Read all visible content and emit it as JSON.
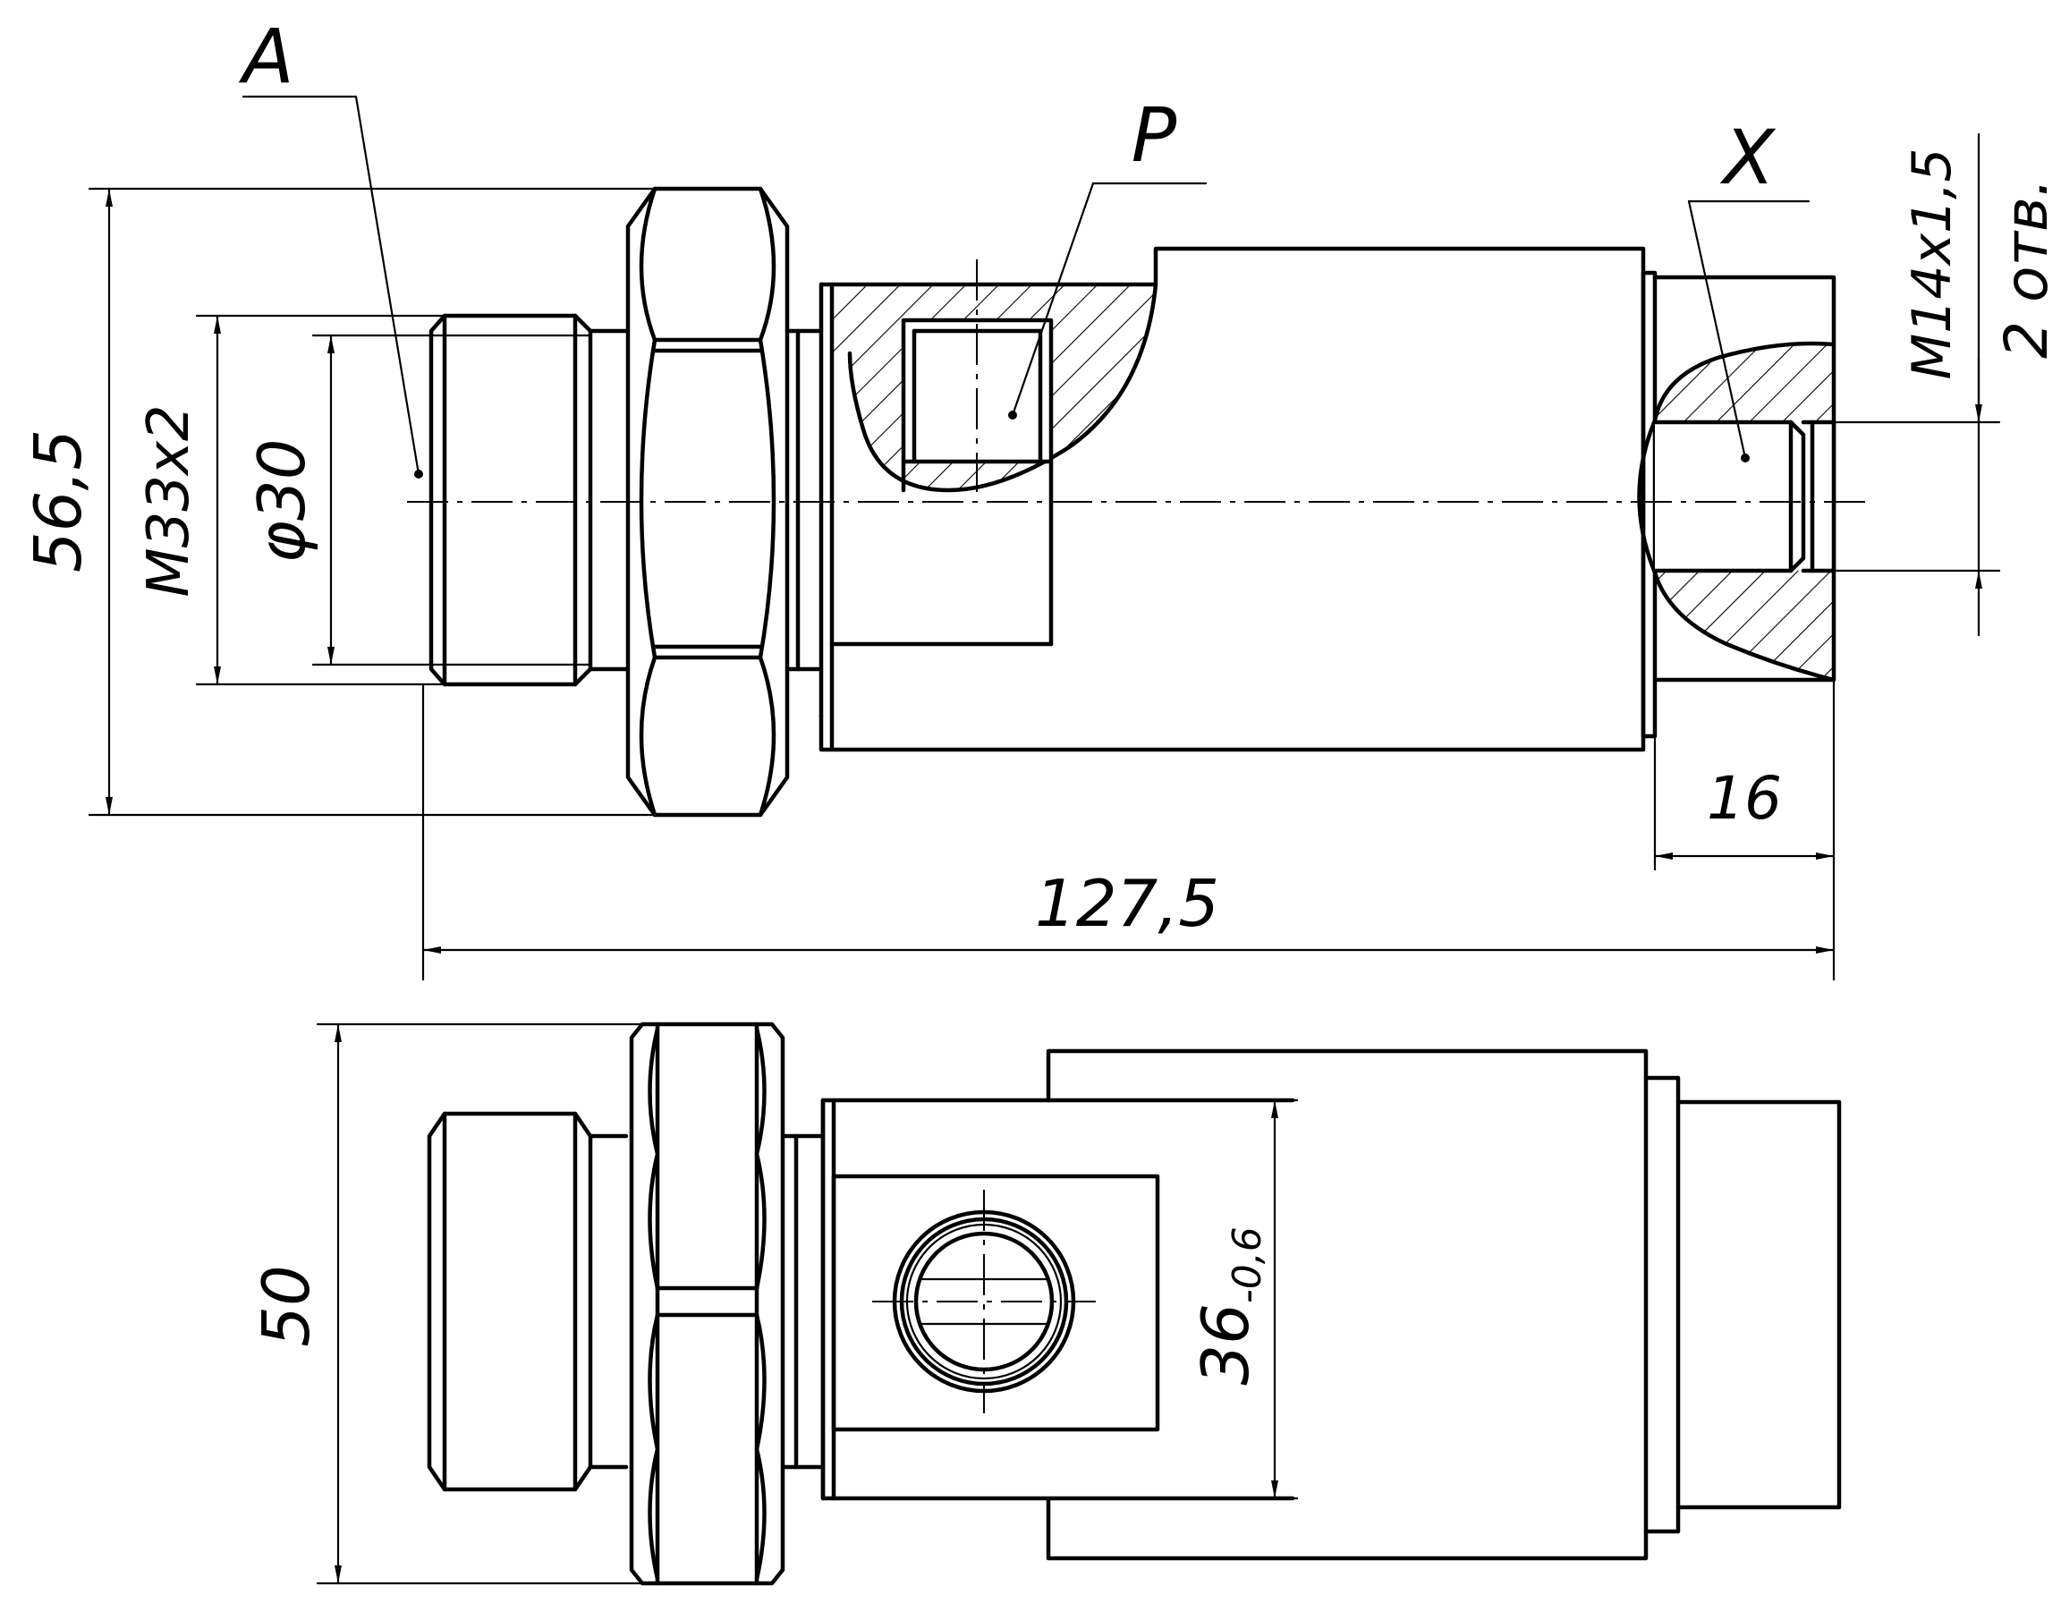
{
  "labels": {
    "port_a": "A",
    "port_p": "P",
    "port_x": "X",
    "total_height": "56,5",
    "thread_main": "M33x2",
    "diameter": "φ30",
    "thread_x": "M14x1,5",
    "holes_count": "2 отв.",
    "overall_length": "127,5",
    "end_length": "16",
    "width_view2": "50",
    "body_width": "36",
    "body_width_tolerance": "-0,6"
  },
  "colors": {
    "ink": "#000000",
    "paper": "#ffffff"
  }
}
